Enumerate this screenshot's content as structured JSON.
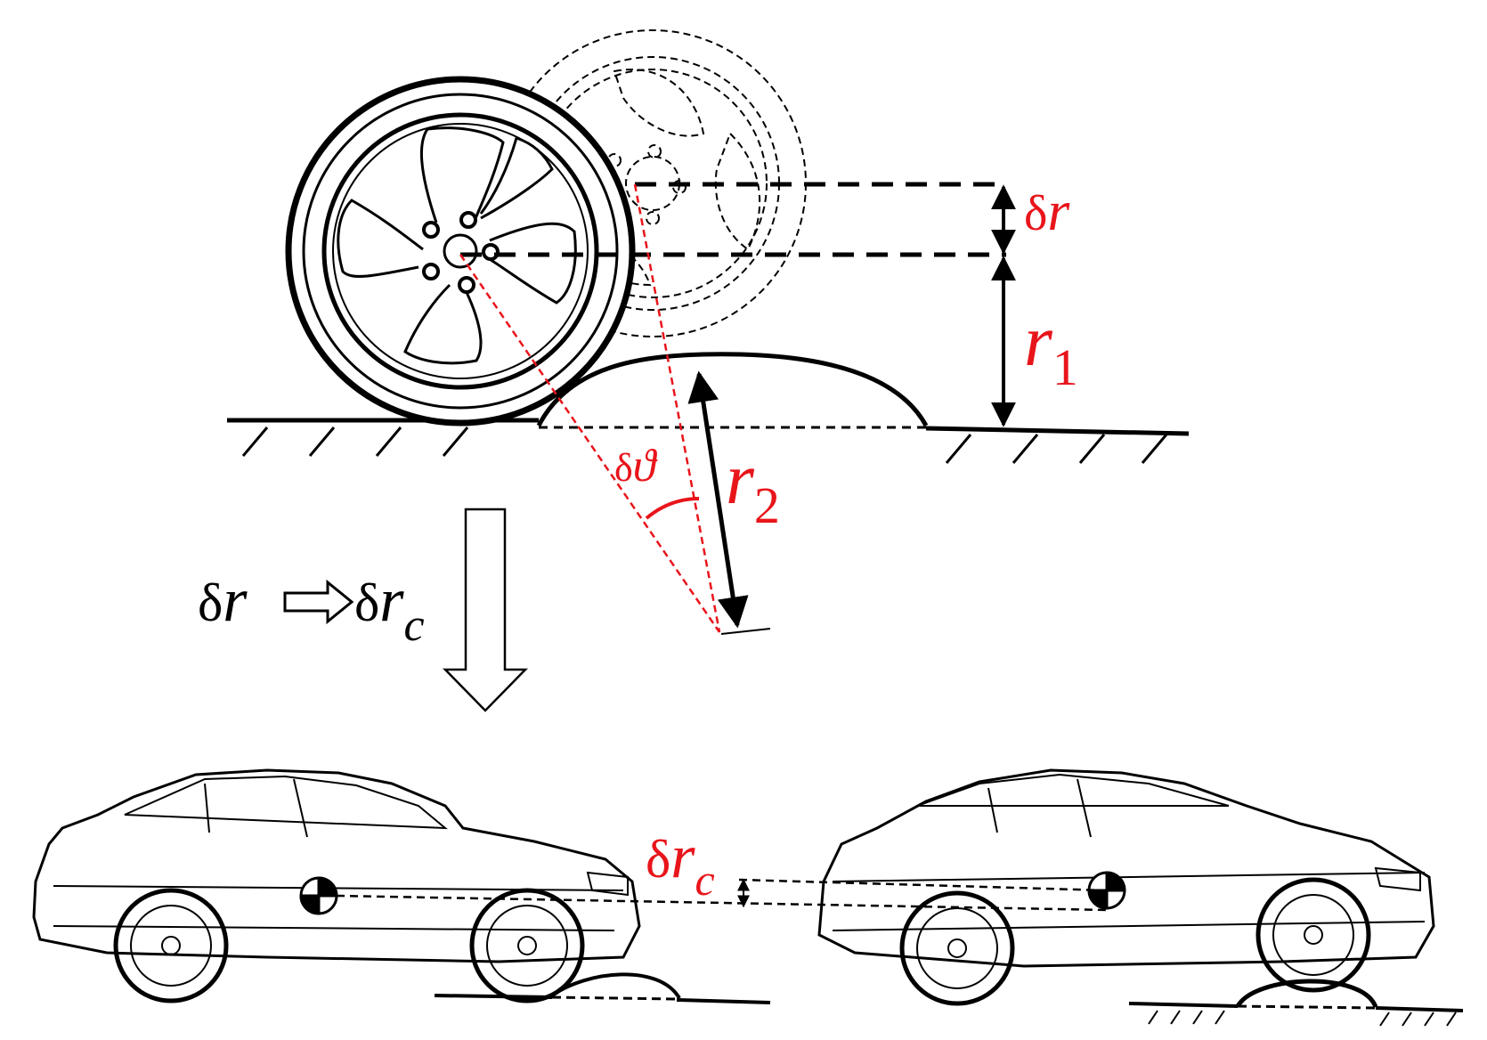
{
  "labels": {
    "delta_r_prefix": "δ",
    "delta_r_var": "r",
    "r1_var": "r",
    "r1_sub": "1",
    "r2_var": "r",
    "r2_sub": "2",
    "delta_theta_prefix": "δ",
    "delta_theta_var": "ϑ",
    "transfer_left_prefix": "δ",
    "transfer_left_var": "r",
    "transfer_right_prefix": "δ",
    "transfer_right_var": "r",
    "transfer_right_sub": "c",
    "rc_prefix": "δ",
    "rc_var": "r",
    "rc_sub": "c"
  },
  "colors": {
    "accent_red": "#e8151b",
    "line_black": "#000000"
  },
  "icons": [
    "wheel-icon",
    "ghost-wheel-icon",
    "car-icon",
    "cg-marker-icon",
    "ground-hatch-icon",
    "bump-icon",
    "down-arrow-icon",
    "implies-arrow-icon"
  ]
}
